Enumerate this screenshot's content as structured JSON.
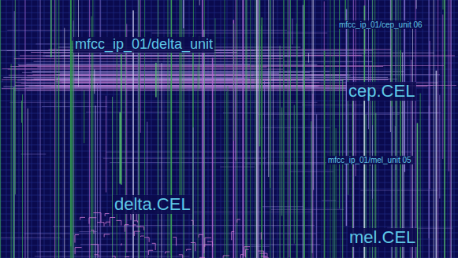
{
  "diagram": {
    "labels": [
      "mfcc_ip_01/cep_unit 06",
      "mfcc_ip_01/delta_unit",
      "cep.CEL",
      "mfcc_ip_01/mel_unit 05",
      "delta.CEL",
      "mel.CEL"
    ]
  }
}
